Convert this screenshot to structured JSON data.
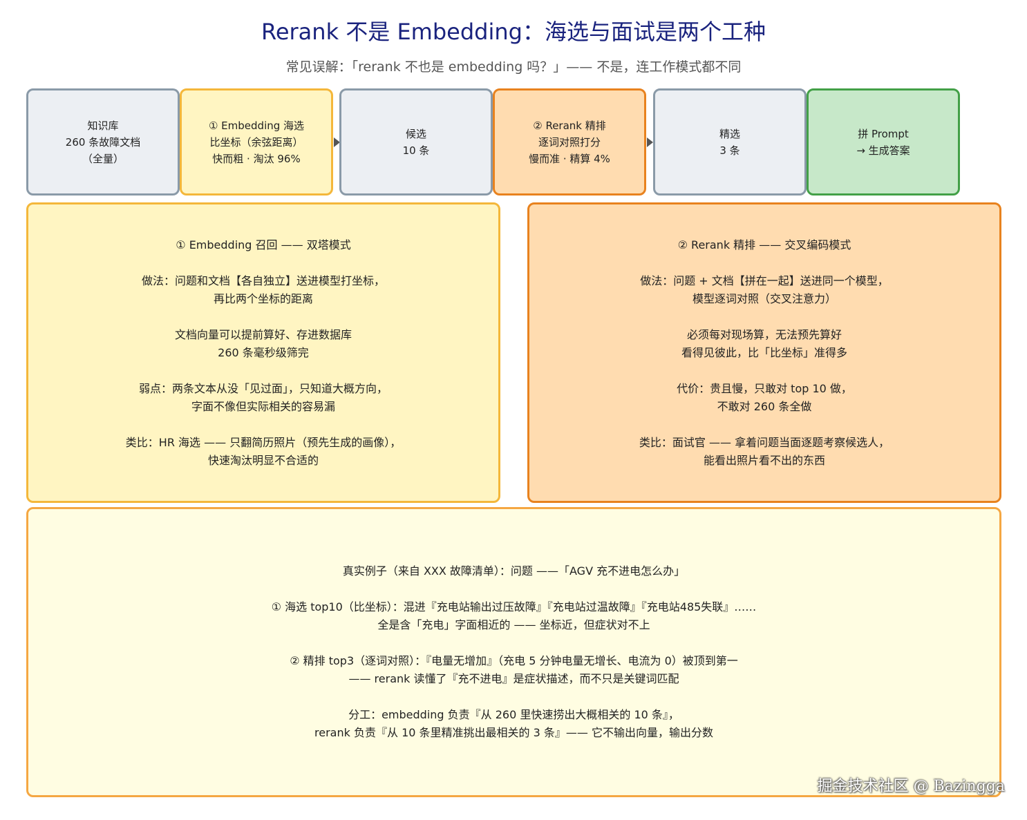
{
  "header": {
    "title": "Rerank 不是 Embedding：海选与面试是两个工种",
    "subtitle": "常见误解：「rerank 不也是 embedding 吗？」—— 不是，连工作模式都不同"
  },
  "flow": [
    {
      "text": "知识库\n260 条故障文档\n（全量）"
    },
    {
      "text": "① Embedding 海选\n比坐标（余弦距离）\n快而粗 · 淘汰 96%"
    },
    {
      "text": "候选\n10 条"
    },
    {
      "text": "② Rerank 精排\n逐词对照打分\n慢而准 · 精算 4%"
    },
    {
      "text": "精选\n3 条"
    },
    {
      "text": "拼 Prompt\n→ 生成答案"
    }
  ],
  "panels": {
    "embedding": {
      "text": "① Embedding 召回 —— 双塔模式\n\n做法：问题和文档【各自独立】送进模型打坐标，\n再比两个坐标的距离\n\n文档向量可以提前算好、存进数据库\n260 条毫秒级筛完\n\n弱点：两条文本从没「见过面」，只知道大概方向，\n字面不像但实际相关的容易漏\n\n类比：HR 海选 —— 只翻简历照片（预先生成的画像），\n快速淘汰明显不合适的"
    },
    "rerank": {
      "text": "② Rerank 精排 —— 交叉编码模式\n\n做法：问题 + 文档【拼在一起】送进同一个模型，\n模型逐词对照（交叉注意力）\n\n必须每对现场算，无法预先算好\n看得见彼此，比「比坐标」准得多\n\n代价：贵且慢，只敢对 top 10 做，\n不敢对 260 条全做\n\n类比：面试官 —— 拿着问题当面逐题考察候选人，\n能看出照片看不出的东西"
    },
    "example": {
      "text": "真实例子（来自 XXX 故障清单）：问题 ——「AGV 充不进电怎么办」\n\n① 海选 top10（比坐标）：混进『充电站输出过压故障』『充电站过温故障』『充电站485失联』……\n全是含「充电」字面相近的 —— 坐标近，但症状对不上\n\n② 精排 top3（逐词对照）：『电量无增加』（充电 5 分钟电量无增长、电流为 0）被顶到第一\n—— rerank 读懂了『充不进电』是症状描述，而不只是关键词匹配\n\n分工：embedding 负责『从 260 里快速捞出大概相关的 10 条』，\nrerank 负责『从 10 条里精准挑出最相关的 3 条』—— 它不输出向量，输出分数"
    }
  },
  "watermark": "掘金技术社区 @ Bazingga"
}
